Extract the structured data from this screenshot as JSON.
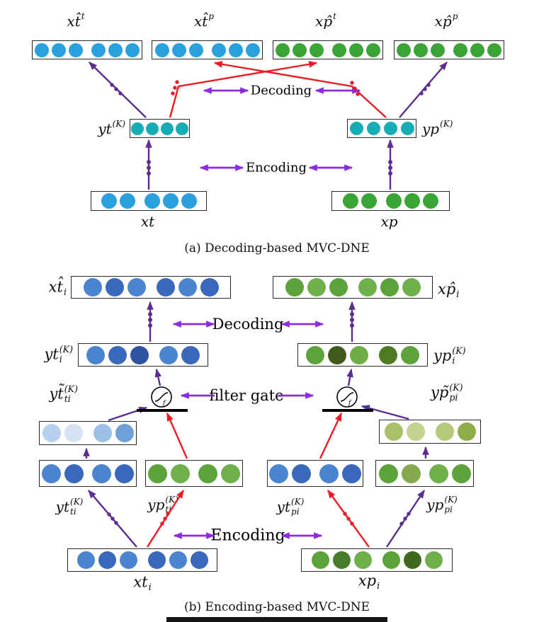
{
  "colors": {
    "arrow_purple": "#5b2d90",
    "arrow_accent_purple": "#8b2be2",
    "arrow_red": "#ec1c24",
    "view_t_blue": "#2aa0dc",
    "view_p_green": "#3ba437",
    "latent_teal": "#16aeb4",
    "b_blue": "#4c85cf",
    "b_green": "#5da33c"
  },
  "panel_a": {
    "recon_labels": [
      {
        "base": "xt̂",
        "sup": "t"
      },
      {
        "base": "xt̂",
        "sup": "p"
      },
      {
        "base": "xp̂",
        "sup": "t"
      },
      {
        "base": "xp̂",
        "sup": "p"
      }
    ],
    "latent_labels": [
      {
        "base": "yt",
        "sup": "(K)"
      },
      {
        "base": "yp",
        "sup": "(K)"
      }
    ],
    "input_labels": [
      {
        "base": "xt"
      },
      {
        "base": "xp"
      }
    ],
    "decoding": "Decoding",
    "encoding": "Encoding",
    "caption": "(a) Decoding-based MVC-DNE"
  },
  "panel_b": {
    "recon_labels": [
      {
        "base": "xt̂",
        "sub": "i"
      },
      {
        "base": "xp̂",
        "sub": "i"
      }
    ],
    "latent_labels": [
      {
        "base": "yt",
        "sup": "(K)",
        "sub": "i"
      },
      {
        "base": "yp",
        "sup": "(K)",
        "sub": "i"
      }
    ],
    "filter_labels": [
      {
        "base": "yt̃",
        "sup": "(K)",
        "sub": "ti"
      },
      {
        "base": "yp̃",
        "sup": "(K)",
        "sub": "pi"
      }
    ],
    "enc_labels": [
      {
        "base": "yt",
        "sup": "(K)",
        "sub": "ti"
      },
      {
        "base": "yp",
        "sup": "(K)",
        "sub": "ti"
      },
      {
        "base": "yt",
        "sup": "(K)",
        "sub": "pi"
      },
      {
        "base": "yp",
        "sup": "(K)",
        "sub": "pi"
      }
    ],
    "input_labels": [
      {
        "base": "xt",
        "sub": "i"
      },
      {
        "base": "xp",
        "sub": "i"
      }
    ],
    "decoding": "Decoding",
    "encoding": "Encoding",
    "filter_gate": "filter gate",
    "caption": "(b) Encoding-based MVC-DNE"
  }
}
